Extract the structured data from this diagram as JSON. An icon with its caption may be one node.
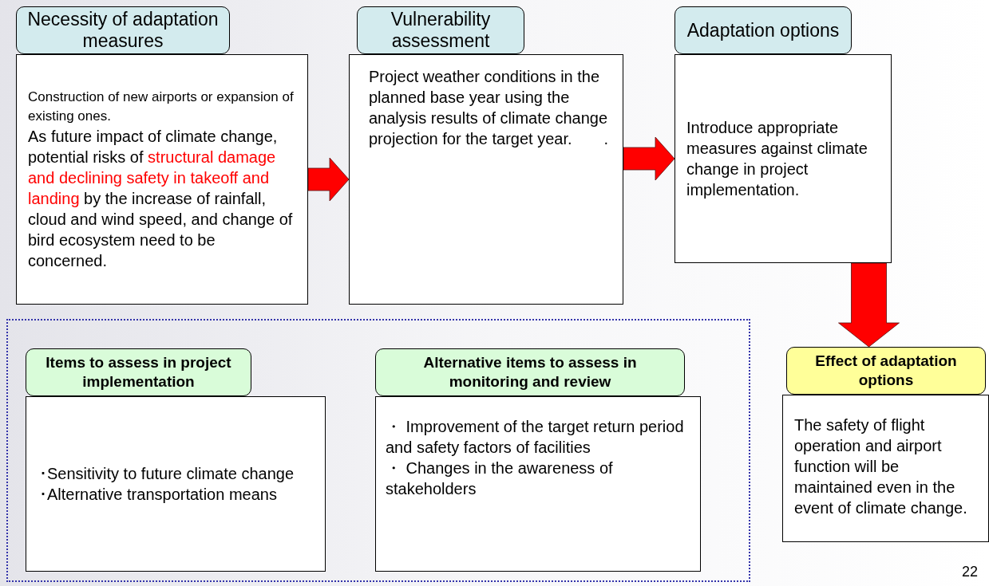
{
  "diagram": {
    "nodes": [
      {
        "text": [
          "Necessity of adaptation measures",
          "Construction of new airports or expansion of existing ones.",
          "As future impact of climate change, potential risks of",
          "structural damage and declining safety in takeoff and landing",
          "by the increase of rainfall, cloud and wind speed, and change of bird ecosystem need to be concerned."
        ]
      },
      {
        "text": [
          "Vulnerability assessment",
          "Project weather conditions in the planned base year using the analysis results of climate change projection for the target year.　　."
        ]
      },
      {
        "text": [
          "Adaptation options",
          "Introduce appropriate measures against climate change in project implementation."
        ]
      },
      {
        "text": [],
        "shape": "box"
      },
      {
        "text": [
          "Items to assess in project implementation",
          "･Sensitivity to future climate change",
          "･Alternative transportation means"
        ],
        "in": 3
      },
      {
        "text": [
          "Alternative items to assess in monitoring and review",
          "・ Improvement of the target return period and safety factors of facilities",
          "・ Changes in the awareness of stakeholders"
        ],
        "in": 3
      },
      {
        "text": [
          "Effect of adaptation options",
          "The safety of flight operation and airport function will be maintained even in the event of climate change."
        ]
      }
    ],
    "edges": [
      {
        "from": 0,
        "to": 1,
        "arrow": "to"
      },
      {
        "from": 1,
        "to": 2,
        "arrow": "to"
      },
      {
        "from": 2,
        "to": 6,
        "arrow": "to"
      }
    ],
    "labels": [
      "22"
    ]
  }
}
